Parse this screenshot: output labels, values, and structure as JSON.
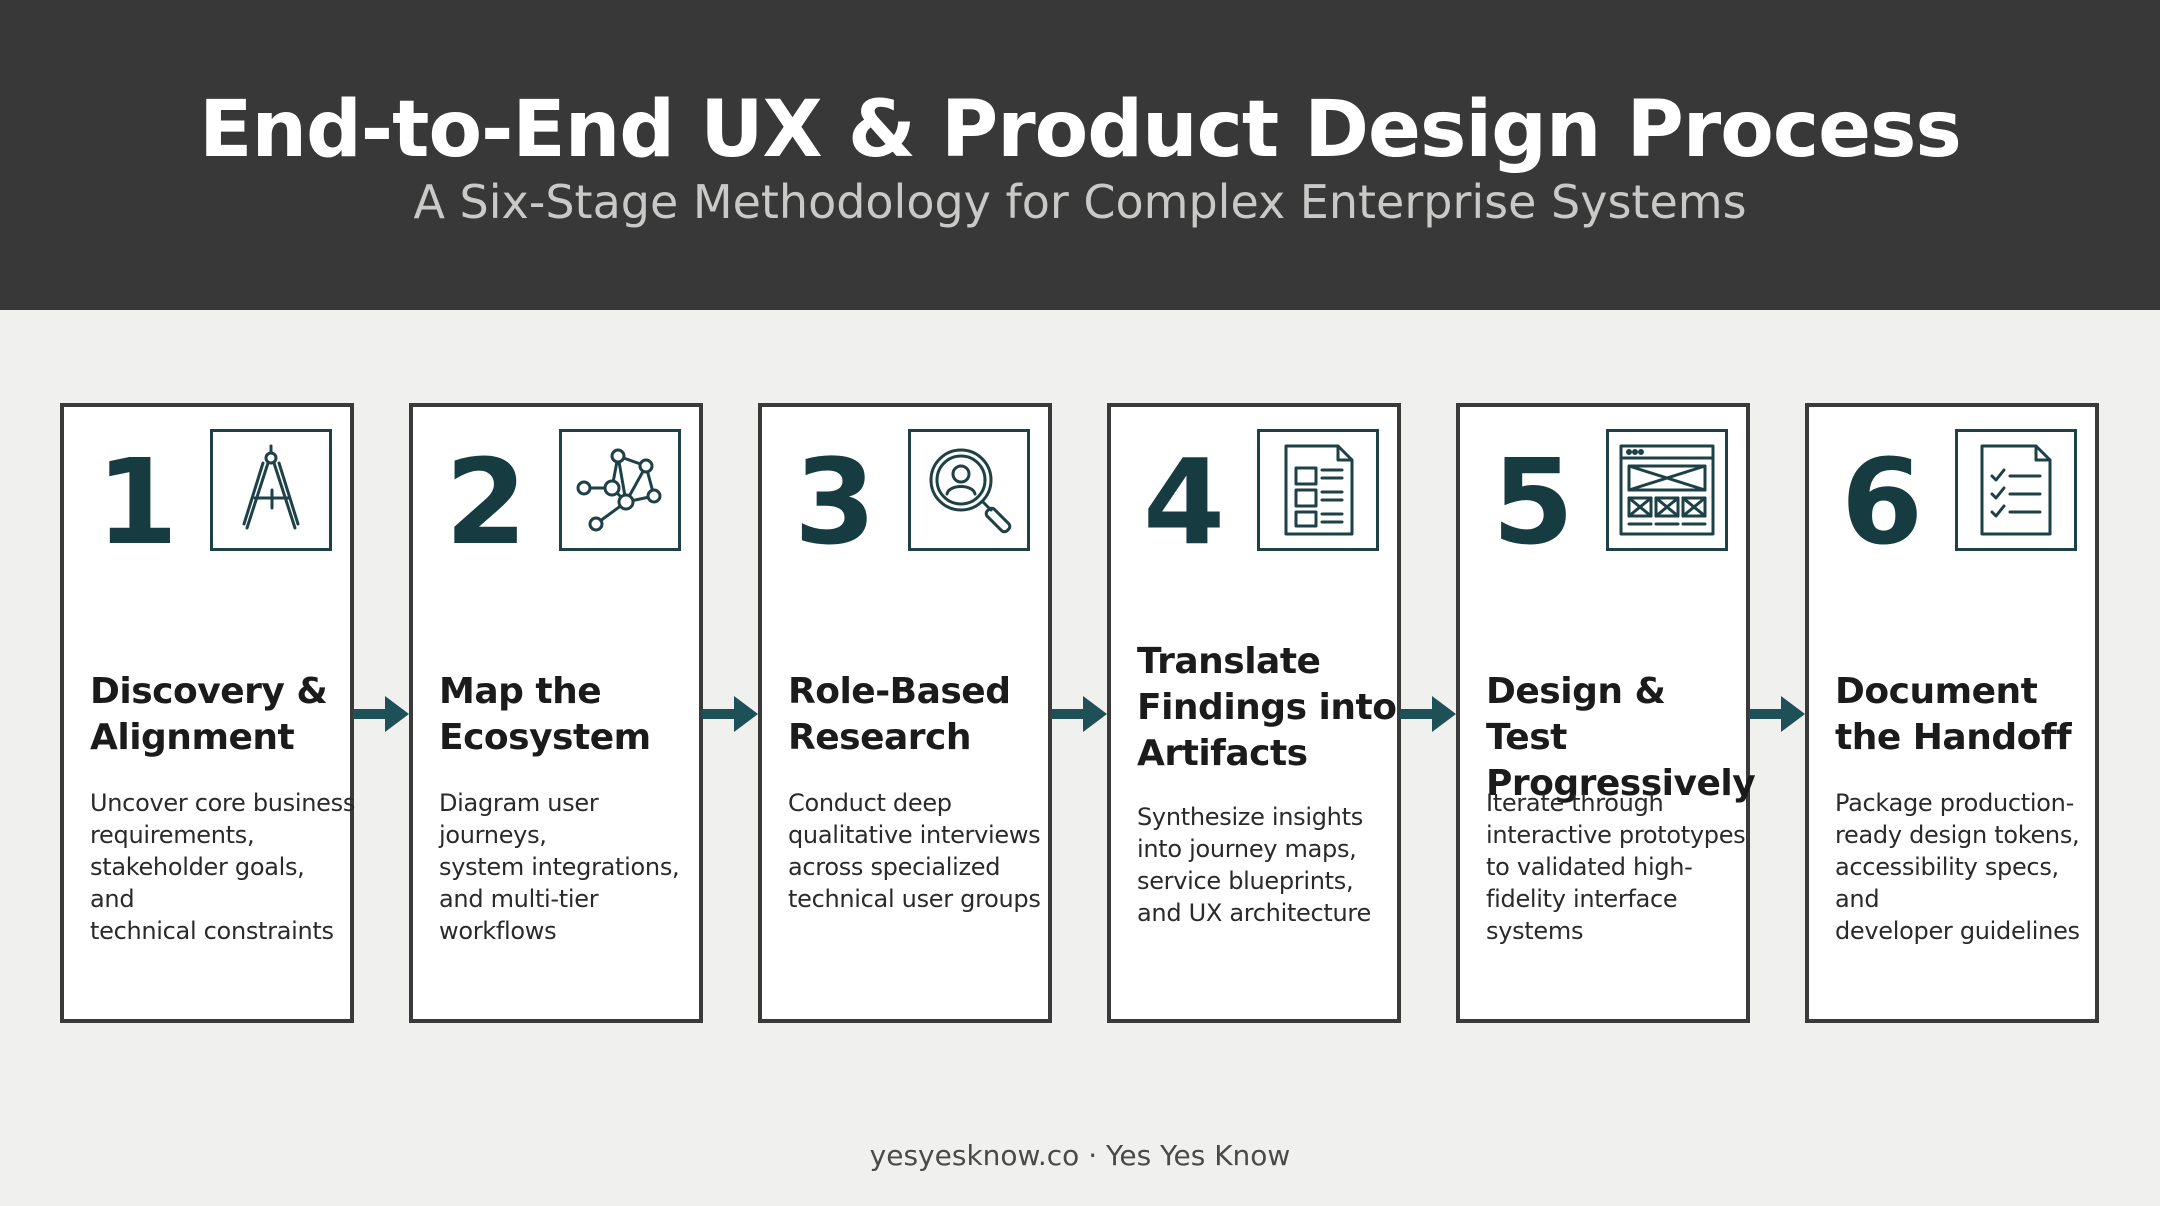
{
  "header": {
    "title": "End-to-End UX & Product Design Process",
    "subtitle": "A Six-Stage Methodology for Complex Enterprise Systems"
  },
  "stages": [
    {
      "number": "1",
      "icon": "drafting-compass-icon",
      "title_line1": "Discovery &",
      "title_line2": "Alignment",
      "desc": [
        "Uncover core business",
        "requirements,",
        "stakeholder goals, and",
        "technical constraints"
      ]
    },
    {
      "number": "2",
      "icon": "network-graph-icon",
      "title_line1": "Map the",
      "title_line2": "Ecosystem",
      "desc": [
        "Diagram user journeys,",
        "system integrations,",
        "and multi-tier",
        "workflows"
      ]
    },
    {
      "number": "3",
      "icon": "user-search-icon",
      "title_line1": "Role-Based",
      "title_line2": "Research",
      "desc": [
        "Conduct deep",
        "qualitative interviews",
        "across specialized",
        "technical user groups"
      ]
    },
    {
      "number": "4",
      "icon": "document-layout-icon",
      "title_line1": "Translate",
      "title_line2": "Findings into",
      "title_line3": "Artifacts",
      "desc": [
        "Synthesize insights",
        "into journey maps,",
        "service blueprints,",
        "and UX architecture"
      ]
    },
    {
      "number": "5",
      "icon": "wireframe-browser-icon",
      "title_line1": "Design & Test",
      "title_line2": "Progressively",
      "desc": [
        "Iterate through",
        "interactive prototypes",
        "to validated high-",
        "fidelity interface",
        "systems"
      ]
    },
    {
      "number": "6",
      "icon": "checklist-document-icon",
      "title_line1": "Document",
      "title_line2": "the Handoff",
      "desc": [
        "Package production-",
        "ready design tokens,",
        "accessibility specs, and",
        "developer guidelines"
      ]
    }
  ],
  "footer": {
    "text": "yesyesknow.co · Yes Yes Know"
  },
  "colors": {
    "header_bg": "#383838",
    "accent_teal": "#163c42",
    "arrow": "#1e5058",
    "page_bg": "#f0f0ee"
  }
}
